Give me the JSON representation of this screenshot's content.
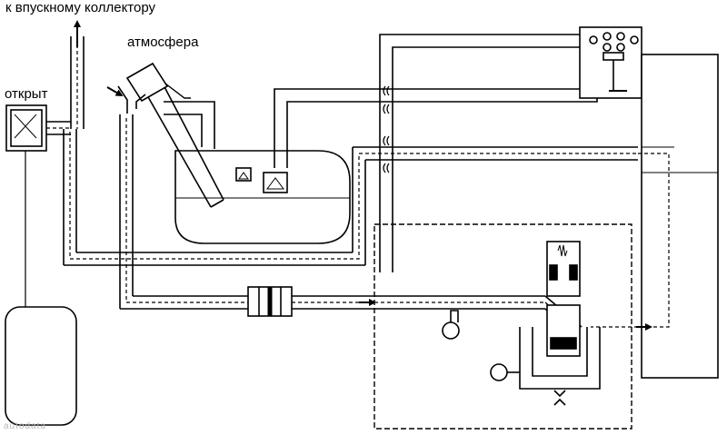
{
  "labels": {
    "to_intake_manifold": "к впускному коллектору",
    "atmosphere": "атмосфера",
    "open": "открыт"
  },
  "watermark": "autodata",
  "colors": {
    "line": "#000000",
    "background": "#ffffff",
    "watermark": "#b8b8b8"
  }
}
